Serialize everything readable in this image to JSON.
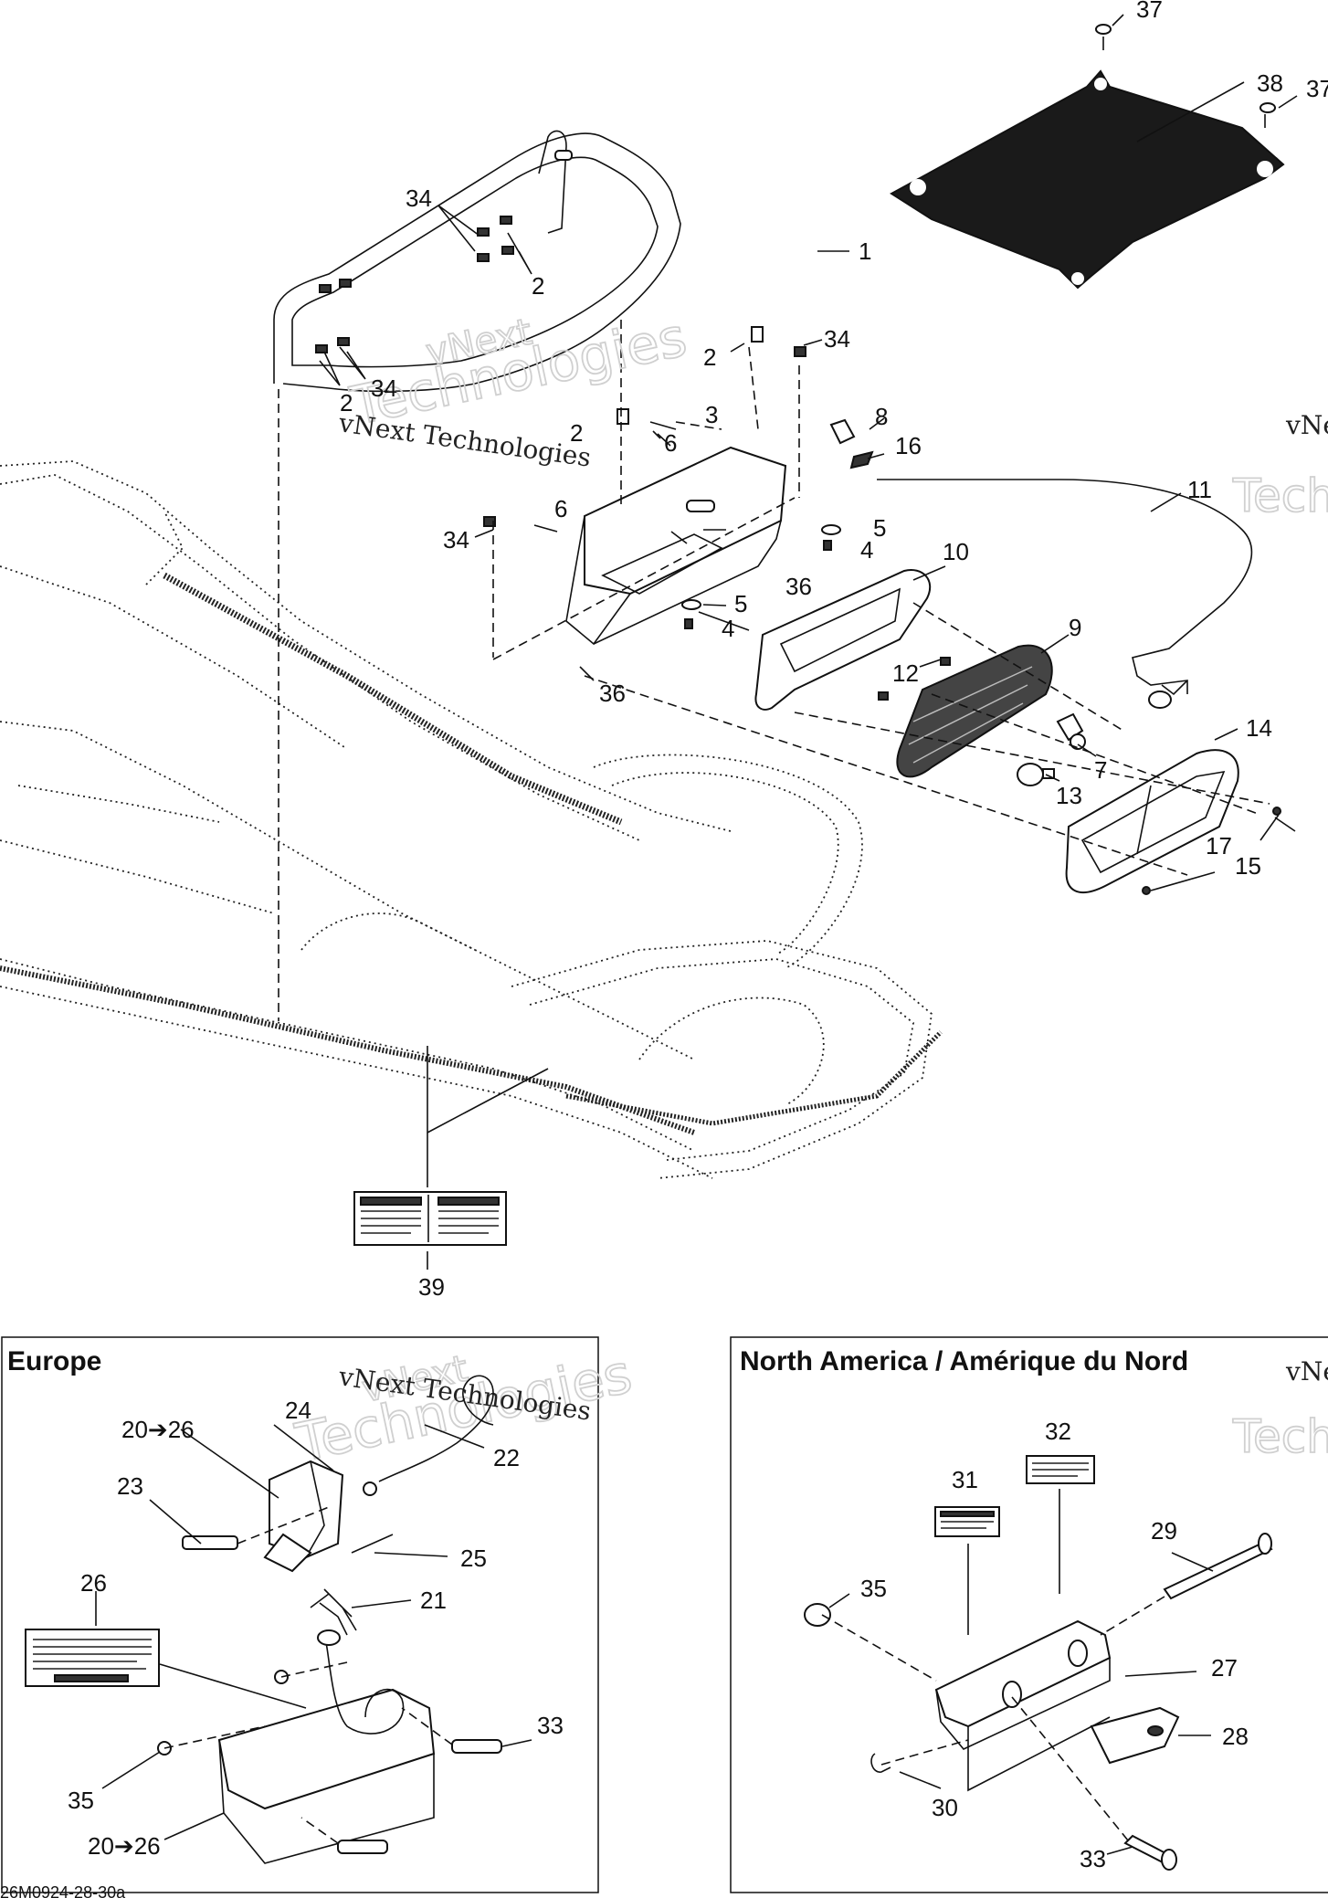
{
  "watermark": {
    "line1": "vNext Technologies",
    "line2": "vNext",
    "line3": "Technologies"
  },
  "sections": {
    "europe": "Europe",
    "north_america": "North America / Amérique du Nord"
  },
  "drawing_code": "26M0924-28-30a",
  "callouts": {
    "c37a": "37",
    "c37b": "37",
    "c38": "38",
    "c34a": "34",
    "c2a": "2",
    "c1": "1",
    "c2b": "2",
    "c34b": "34",
    "c2c": "2",
    "c34c": "34",
    "c2d": "2",
    "c3": "3",
    "c6a": "6",
    "c8": "8",
    "c16": "16",
    "c11": "11",
    "c6b": "6",
    "c34d": "34",
    "c5a": "5",
    "c4a": "4",
    "c10": "10",
    "c36a": "36",
    "c5b": "5",
    "c4b": "4",
    "c9": "9",
    "c36b": "36",
    "c12": "12",
    "c14": "14",
    "c7": "7",
    "c13": "13",
    "c17": "17",
    "c15": "15",
    "c39": "39",
    "c24": "24",
    "c2026a": "20➔26",
    "c22": "22",
    "c23": "23",
    "c25": "25",
    "c21": "21",
    "c26": "26",
    "c33a": "33",
    "c35a": "35",
    "c2026b": "20➔26",
    "c32": "32",
    "c31": "31",
    "c29": "29",
    "c35b": "35",
    "c27": "27",
    "c28": "28",
    "c30": "30",
    "c33b": "33"
  }
}
